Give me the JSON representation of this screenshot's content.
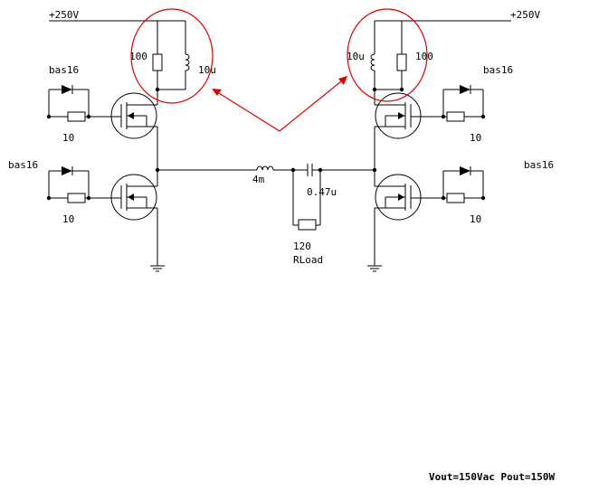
{
  "supply": {
    "left": "+250V",
    "right": "+250V"
  },
  "load_network": {
    "left_resistor": "100",
    "left_inductor": "10u",
    "right_inductor": "10u",
    "right_resistor": "100"
  },
  "gate_drive": {
    "diode_labels": [
      "bas16",
      "bas16",
      "bas16",
      "bas16"
    ],
    "resistor_labels": [
      "10",
      "10",
      "10",
      "10"
    ]
  },
  "output": {
    "series_inductor": "4m",
    "dc_block_cap": "0.47u",
    "load_value": "120",
    "load_name": "RLoad"
  },
  "footer": {
    "summary": "Vout=150Vac Pout=150W"
  },
  "colors": {
    "highlight": "#e00000",
    "wire": "#000000"
  }
}
